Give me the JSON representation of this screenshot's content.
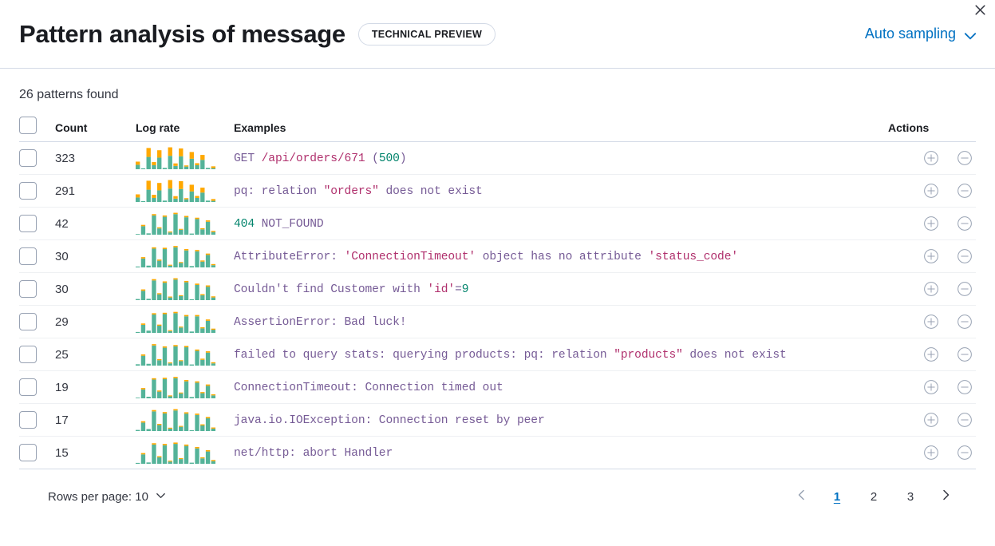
{
  "header": {
    "title": "Pattern analysis of message",
    "badge": "TECHNICAL PREVIEW",
    "sampling_label": "Auto sampling",
    "chevron_icon": "chevron-down-icon",
    "close_icon": "close-icon"
  },
  "summary": {
    "patterns_found": "26 patterns found"
  },
  "table": {
    "columns": {
      "count": "Count",
      "log_rate": "Log rate",
      "examples": "Examples",
      "actions": "Actions"
    },
    "add_icon": "circle-plus-icon",
    "remove_icon": "circle-minus-icon",
    "rows": [
      {
        "count": "323",
        "tokens": [
          {
            "t": "GET ",
            "c": "kw"
          },
          {
            "t": "/api/orders/671",
            "c": "str"
          },
          {
            "t": " (",
            "c": "kw"
          },
          {
            "t": "500",
            "c": "num"
          },
          {
            "t": ")",
            "c": "kw"
          }
        ],
        "spark": {
          "base": [
            0.2,
            0.04,
            0.55,
            0.18,
            0.52,
            0.06,
            0.6,
            0.15,
            0.58,
            0.12,
            0.47,
            0.18,
            0.42,
            0.06,
            0.05
          ],
          "accent": [
            0.14,
            0.0,
            0.4,
            0.14,
            0.33,
            0.0,
            0.38,
            0.11,
            0.35,
            0.05,
            0.3,
            0.09,
            0.22,
            0.0,
            0.08
          ]
        }
      },
      {
        "count": "291",
        "tokens": [
          {
            "t": "pq: relation ",
            "c": "kw"
          },
          {
            "t": "\"orders\"",
            "c": "str"
          },
          {
            "t": " does not exist",
            "c": "kw"
          }
        ],
        "spark": {
          "base": [
            0.2,
            0.04,
            0.55,
            0.18,
            0.52,
            0.06,
            0.6,
            0.15,
            0.58,
            0.12,
            0.47,
            0.18,
            0.42,
            0.06,
            0.05
          ],
          "accent": [
            0.14,
            0.0,
            0.4,
            0.14,
            0.33,
            0.0,
            0.38,
            0.11,
            0.35,
            0.05,
            0.3,
            0.09,
            0.22,
            0.0,
            0.08
          ]
        }
      },
      {
        "count": "42",
        "tokens": [
          {
            "t": "404",
            "c": "num"
          },
          {
            "t": " NOT_FOUND",
            "c": "kw"
          }
        ],
        "spark": {
          "base": [
            0.03,
            0.38,
            0.06,
            0.86,
            0.28,
            0.8,
            0.1,
            0.92,
            0.22,
            0.78,
            0.05,
            0.7,
            0.24,
            0.58,
            0.12
          ],
          "accent": [
            0.0,
            0.06,
            0.0,
            0.06,
            0.05,
            0.06,
            0.04,
            0.06,
            0.04,
            0.06,
            0.0,
            0.06,
            0.05,
            0.06,
            0.05
          ]
        }
      },
      {
        "count": "30",
        "tokens": [
          {
            "t": "AttributeError: ",
            "c": "kw"
          },
          {
            "t": "'ConnectionTimeout'",
            "c": "str"
          },
          {
            "t": " object has no attribute ",
            "c": "kw"
          },
          {
            "t": "'status_code'",
            "c": "str"
          }
        ],
        "spark": {
          "base": [
            0.04,
            0.4,
            0.08,
            0.84,
            0.3,
            0.82,
            0.08,
            0.9,
            0.2,
            0.76,
            0.06,
            0.72,
            0.26,
            0.56,
            0.1
          ],
          "accent": [
            0.0,
            0.06,
            0.0,
            0.06,
            0.05,
            0.06,
            0.04,
            0.06,
            0.04,
            0.06,
            0.0,
            0.06,
            0.05,
            0.06,
            0.05
          ]
        }
      },
      {
        "count": "30",
        "tokens": [
          {
            "t": "Couldn't find Customer with ",
            "c": "kw"
          },
          {
            "t": "'id'",
            "c": "str"
          },
          {
            "t": "=",
            "c": "kw"
          },
          {
            "t": "9",
            "c": "num"
          }
        ],
        "spark": {
          "base": [
            0.05,
            0.42,
            0.06,
            0.88,
            0.26,
            0.78,
            0.12,
            0.92,
            0.18,
            0.8,
            0.04,
            0.68,
            0.22,
            0.6,
            0.12
          ],
          "accent": [
            0.0,
            0.06,
            0.0,
            0.06,
            0.05,
            0.06,
            0.04,
            0.06,
            0.04,
            0.06,
            0.0,
            0.06,
            0.05,
            0.06,
            0.05
          ]
        }
      },
      {
        "count": "29",
        "tokens": [
          {
            "t": "AssertionError: Bad luck!",
            "c": "kw"
          }
        ],
        "spark": {
          "base": [
            0.04,
            0.36,
            0.1,
            0.82,
            0.32,
            0.84,
            0.08,
            0.88,
            0.24,
            0.74,
            0.06,
            0.74,
            0.2,
            0.54,
            0.14
          ],
          "accent": [
            0.0,
            0.06,
            0.0,
            0.06,
            0.05,
            0.06,
            0.04,
            0.06,
            0.04,
            0.06,
            0.0,
            0.06,
            0.05,
            0.06,
            0.05
          ]
        }
      },
      {
        "count": "25",
        "tokens": [
          {
            "t": "failed to query stats: querying products: pq: relation ",
            "c": "kw"
          },
          {
            "t": "\"products\"",
            "c": "str"
          },
          {
            "t": " does not exist",
            "c": "kw"
          }
        ],
        "spark": {
          "base": [
            0.06,
            0.44,
            0.08,
            0.9,
            0.24,
            0.8,
            0.1,
            0.86,
            0.2,
            0.82,
            0.05,
            0.66,
            0.26,
            0.58,
            0.1
          ],
          "accent": [
            0.0,
            0.06,
            0.0,
            0.06,
            0.05,
            0.06,
            0.04,
            0.06,
            0.04,
            0.06,
            0.0,
            0.06,
            0.05,
            0.06,
            0.05
          ]
        }
      },
      {
        "count": "19",
        "tokens": [
          {
            "t": "ConnectionTimeout: Connection timed out",
            "c": "kw"
          }
        ],
        "spark": {
          "base": [
            0.03,
            0.4,
            0.07,
            0.84,
            0.3,
            0.86,
            0.09,
            0.9,
            0.22,
            0.76,
            0.06,
            0.7,
            0.23,
            0.56,
            0.13
          ],
          "accent": [
            0.0,
            0.06,
            0.0,
            0.06,
            0.05,
            0.06,
            0.04,
            0.06,
            0.04,
            0.06,
            0.0,
            0.06,
            0.05,
            0.06,
            0.05
          ]
        }
      },
      {
        "count": "17",
        "tokens": [
          {
            "t": "java.io.IOException: Connection reset by peer",
            "c": "kw"
          }
        ],
        "spark": {
          "base": [
            0.05,
            0.38,
            0.09,
            0.88,
            0.27,
            0.79,
            0.11,
            0.92,
            0.19,
            0.78,
            0.04,
            0.72,
            0.25,
            0.57,
            0.11
          ],
          "accent": [
            0.0,
            0.06,
            0.0,
            0.06,
            0.05,
            0.06,
            0.04,
            0.06,
            0.04,
            0.06,
            0.0,
            0.06,
            0.05,
            0.06,
            0.05
          ]
        }
      },
      {
        "count": "15",
        "tokens": [
          {
            "t": "net/http: abort Handler",
            "c": "kw"
          }
        ],
        "spark": {
          "base": [
            0.04,
            0.42,
            0.06,
            0.86,
            0.29,
            0.83,
            0.1,
            0.89,
            0.21,
            0.8,
            0.05,
            0.69,
            0.24,
            0.55,
            0.12
          ],
          "accent": [
            0.0,
            0.06,
            0.0,
            0.06,
            0.05,
            0.06,
            0.04,
            0.06,
            0.04,
            0.06,
            0.0,
            0.06,
            0.05,
            0.06,
            0.05
          ]
        }
      }
    ]
  },
  "footer": {
    "rows_per_page": "Rows per page: 10",
    "rows_chevron_icon": "chevron-down-icon",
    "prev_icon": "chevron-left-icon",
    "next_icon": "chevron-right-icon",
    "pages": [
      "1",
      "2",
      "3"
    ],
    "active_page": "1"
  },
  "colors": {
    "accent_link": "#0071c2",
    "spark_base": "#54b399",
    "spark_accent": "#ffa800",
    "token_keyword": "#765b96",
    "token_string": "#b0306d",
    "token_number": "#00836b",
    "border": "#d3dae6"
  }
}
